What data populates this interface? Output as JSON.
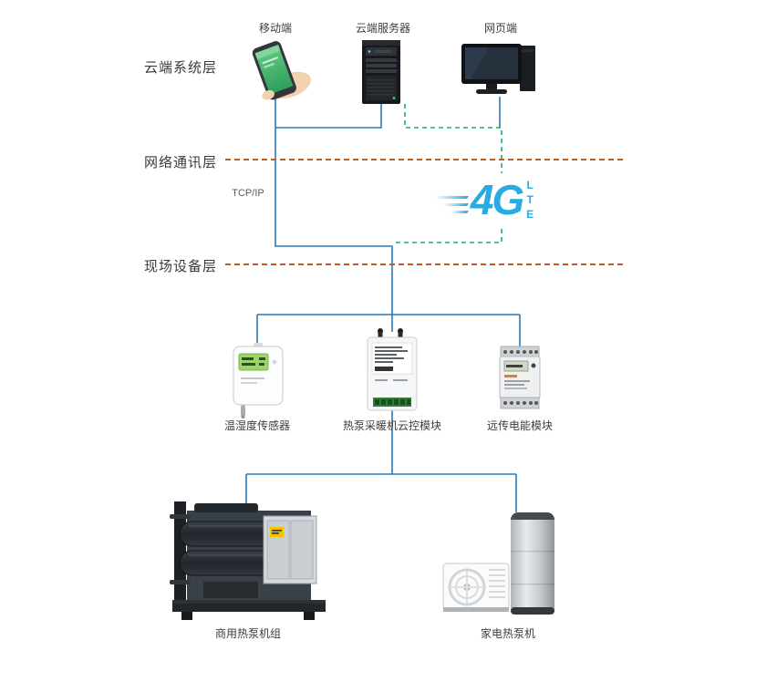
{
  "layers": {
    "cloud": {
      "label": "云端系统层"
    },
    "network": {
      "label": "网络通讯层"
    },
    "field": {
      "label": "现场设备层"
    }
  },
  "cloud_nodes": {
    "mobile": {
      "label": "移动端"
    },
    "server": {
      "label": "云端服务器"
    },
    "web": {
      "label": "网页端"
    }
  },
  "network_layer": {
    "protocol_label": "TCP/IP",
    "radio_tech": "4G",
    "radio_tech_sub": "LTE"
  },
  "field_nodes": {
    "sensor": {
      "label": "温湿度传感器"
    },
    "controller": {
      "label": "热泵采暖机云控模块"
    },
    "meter": {
      "label": "远传电能模块"
    }
  },
  "equipment_nodes": {
    "commercial": {
      "label": "商用热泵机组"
    },
    "home": {
      "label": "家电热泵机"
    }
  },
  "colors": {
    "connector_blue": "#2a7ab9",
    "dashed_green": "#1ab06c",
    "separator_orange": "#c05a21",
    "lte_blue": "#29abe2"
  }
}
